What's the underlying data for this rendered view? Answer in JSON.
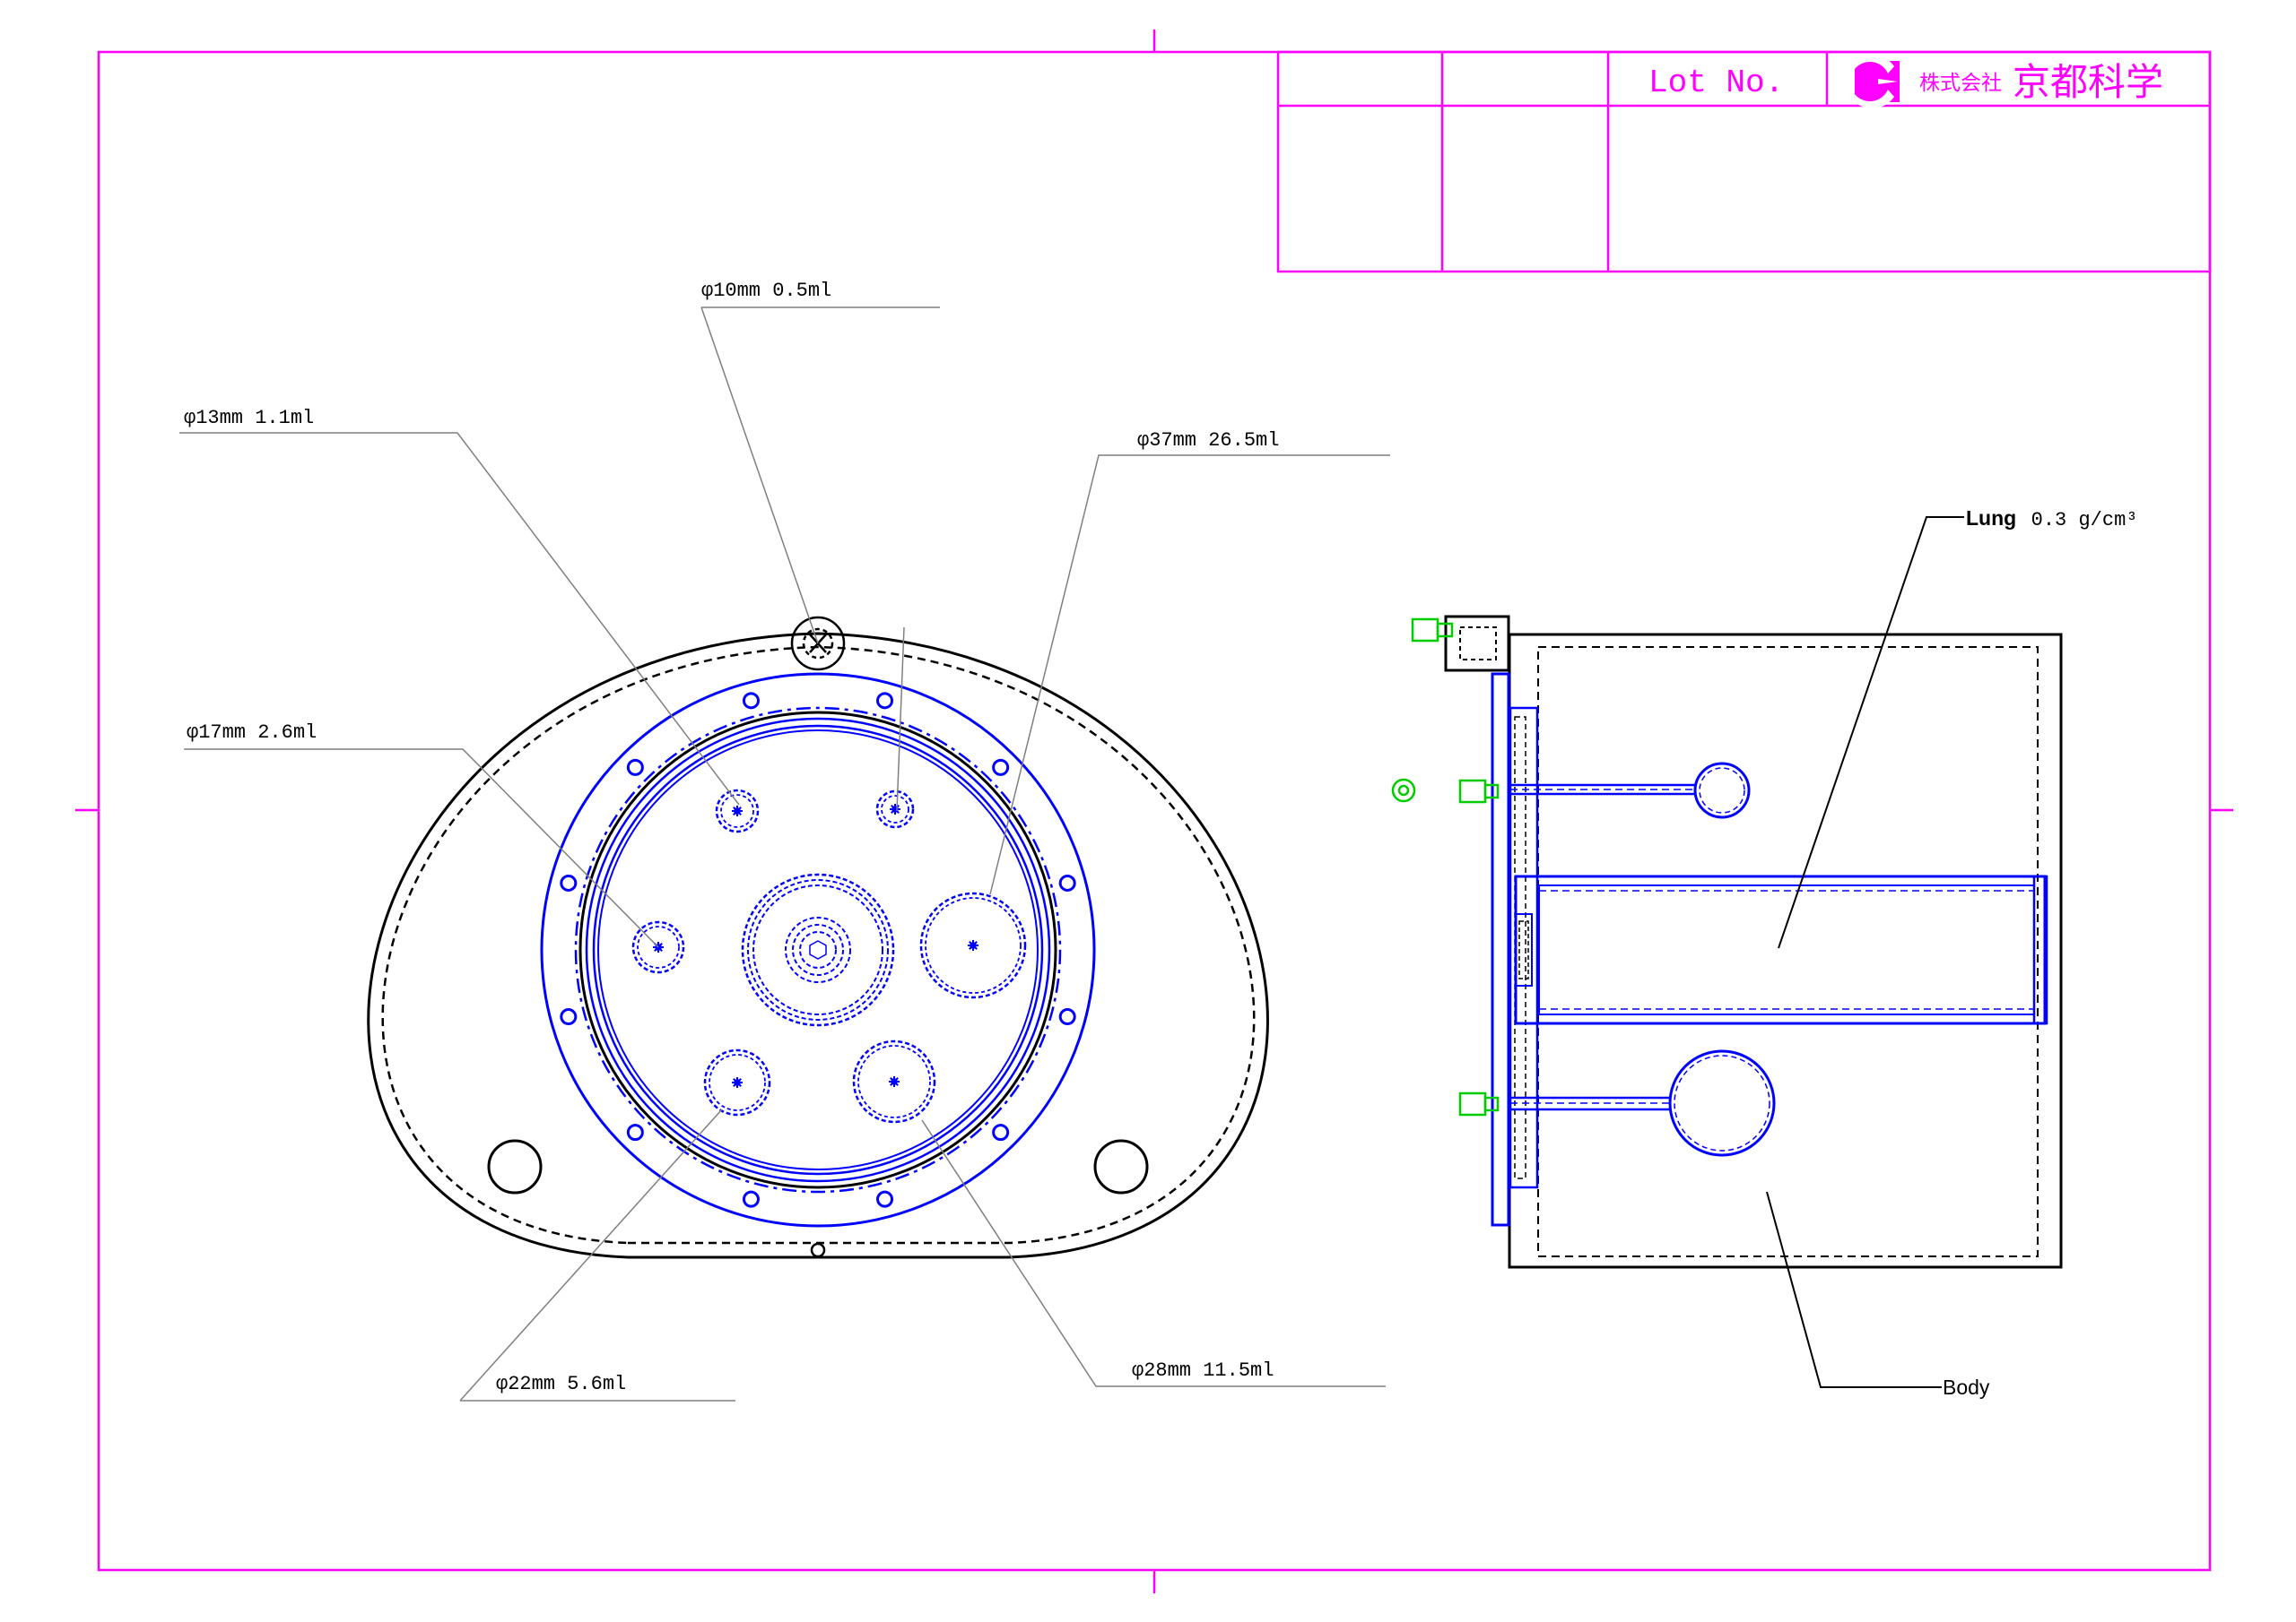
{
  "title_block": {
    "lot_label": "Lot No.",
    "company_prefix": "株式会社",
    "company_name": "京都科学"
  },
  "front_view": {
    "labels": [
      {
        "key": "d10",
        "text": "φ10mm  0.5ml"
      },
      {
        "key": "d13",
        "text": "φ13mm  1.1ml"
      },
      {
        "key": "d37",
        "text": "φ37mm  26.5ml"
      },
      {
        "key": "d17",
        "text": "φ17mm  2.6ml"
      },
      {
        "key": "d22",
        "text": "φ22mm  5.6ml"
      },
      {
        "key": "d28",
        "text": "φ28mm  11.5ml"
      }
    ]
  },
  "side_view": {
    "lung_name": "Lung",
    "lung_density": "0.3 g/cm³",
    "body_label": "Body"
  },
  "colors": {
    "frame": "#ff00ff",
    "outline": "#000000",
    "insert": "#0000ff",
    "connector": "#00cc00",
    "leader": "#7f7f7f"
  }
}
